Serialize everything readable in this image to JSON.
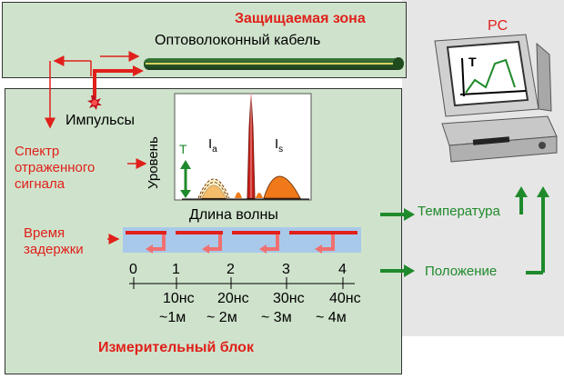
{
  "zone_title": "Защищаемая зона",
  "cable_label": "Оптоволоконный кабель",
  "pulses_label": "Импульсы",
  "spectrum_label_lines": [
    "Спектр",
    "отраженного",
    "сигнала"
  ],
  "level_axis_label": "Уровень",
  "temp_symbol": "T",
  "peak_a_label": "I",
  "peak_a_sub": "a",
  "peak_s_label": "I",
  "peak_s_sub": "s",
  "wavelength_label": "Длина волны",
  "delay_label_lines": [
    "Время",
    "задержки"
  ],
  "timeline": {
    "ticks": [
      "0",
      "1",
      "2",
      "3",
      "4"
    ],
    "times": [
      "10нс",
      "20нс",
      "30нс",
      "40нс"
    ],
    "distances": [
      "~1м",
      "~ 2м",
      "~ 3м",
      "~ 4м"
    ]
  },
  "unit_title": "Измерительный блок",
  "pc_label": "PC",
  "pc_screen_symbol": "T",
  "output_temperature": "Температура",
  "output_position": "Положение",
  "colors": {
    "red": "#e0201b",
    "green": "#1f8a2b",
    "panel": "#cfe3cc",
    "pc_bg": "#e6e6e6",
    "timeline_band": "#a9c9ea",
    "spectrum_orange": "#f07a1a"
  },
  "icons": [
    "starburst-pulse-icon",
    "computer-icon",
    "arrow-icon"
  ]
}
